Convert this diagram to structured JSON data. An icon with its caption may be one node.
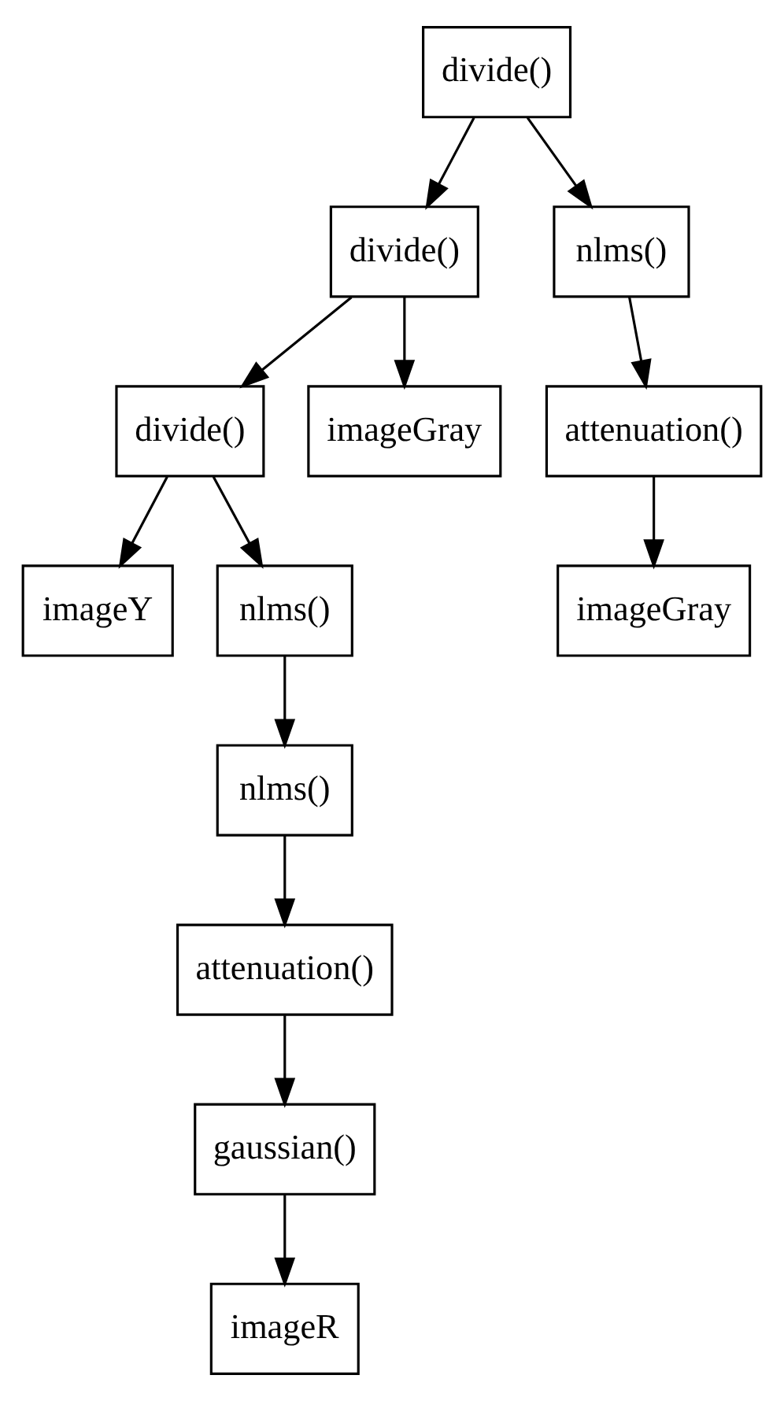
{
  "diagram": {
    "nodes": [
      {
        "text": [
          "divide()"
        ]
      },
      {
        "text": [
          "divide()"
        ]
      },
      {
        "text": [
          "nlms()"
        ]
      },
      {
        "text": [
          "divide()"
        ]
      },
      {
        "text": [
          "imageGray"
        ]
      },
      {
        "text": [
          "attenuation()"
        ]
      },
      {
        "text": [
          "imageY"
        ]
      },
      {
        "text": [
          "nlms()"
        ]
      },
      {
        "text": [
          "imageGray"
        ]
      },
      {
        "text": [
          "nlms()"
        ]
      },
      {
        "text": [
          "attenuation()"
        ]
      },
      {
        "text": [
          "gaussian()"
        ]
      },
      {
        "text": [
          "imageR"
        ]
      }
    ],
    "edges": [
      {
        "from": 0,
        "to": 1,
        "arrow": "to"
      },
      {
        "from": 0,
        "to": 2,
        "arrow": "to"
      },
      {
        "from": 1,
        "to": 3,
        "arrow": "to"
      },
      {
        "from": 1,
        "to": 4,
        "arrow": "to"
      },
      {
        "from": 2,
        "to": 5,
        "arrow": "to"
      },
      {
        "from": 3,
        "to": 6,
        "arrow": "to"
      },
      {
        "from": 3,
        "to": 7,
        "arrow": "to"
      },
      {
        "from": 5,
        "to": 8,
        "arrow": "to"
      },
      {
        "from": 7,
        "to": 9,
        "arrow": "to"
      },
      {
        "from": 9,
        "to": 10,
        "arrow": "to"
      },
      {
        "from": 10,
        "to": 11,
        "arrow": "to"
      },
      {
        "from": 11,
        "to": 12,
        "arrow": "to"
      }
    ]
  }
}
